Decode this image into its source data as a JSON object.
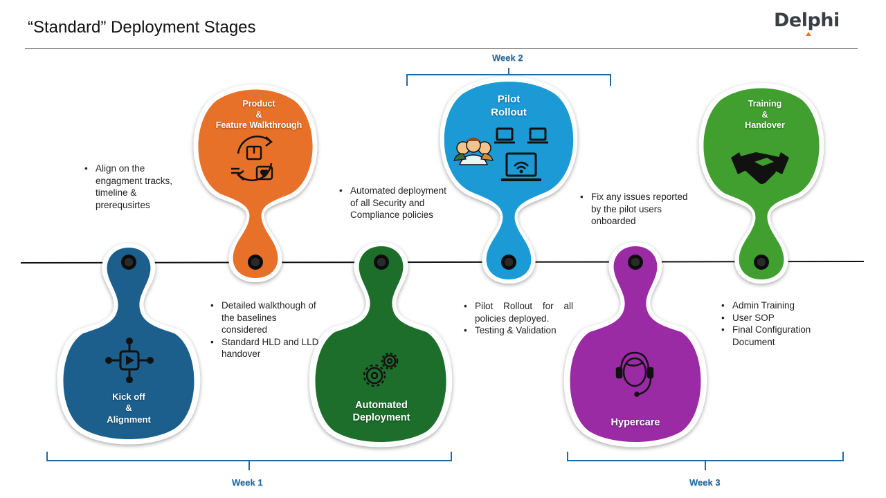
{
  "title": "“Standard” Deployment Stages",
  "logo": "Delphi",
  "colors": {
    "timeline": "#111111",
    "stage1": "#1c5f8c",
    "stage2": "#e8712a",
    "stage3": "#1e6e2a",
    "stage4": "#1e9ad6",
    "stage5": "#9b2aa5",
    "stage6": "#3f9f2d",
    "week_label": "#1f6aa5"
  },
  "stages": [
    {
      "label": "Kick off\n&\nAlignment",
      "icon": "video-play-network-icon",
      "notes": [
        "Align on the engagment tracks, timeline & prerequsirtes"
      ]
    },
    {
      "label": "Product\n&\nFeature Walkthrough",
      "icon": "product-cycle-icon",
      "notes": [
        "Detailed walkthough of the baselines considered",
        "Standard HLD and LLD handover"
      ]
    },
    {
      "label": "Automated\nDeployment",
      "icon": "gears-icon",
      "notes": [
        "Automated deployment of all Security and Compliance policies"
      ]
    },
    {
      "label": "Pilot\nRollout",
      "icon": "users-devices-icon",
      "notes": [
        "Pilot Rollout for all policies deployed.",
        "Testing & Validation"
      ]
    },
    {
      "label": "Hypercare",
      "icon": "headset-agent-icon",
      "notes": [
        "Fix any issues reported by the pilot users onboarded"
      ]
    },
    {
      "label": "Training\n&\nHandover",
      "icon": "handshake-icon",
      "notes": [
        "Admin Training",
        "User SOP",
        "Final Configuration Document"
      ]
    }
  ],
  "weeks": [
    "Week 1",
    "Week 2",
    "Week 3"
  ]
}
